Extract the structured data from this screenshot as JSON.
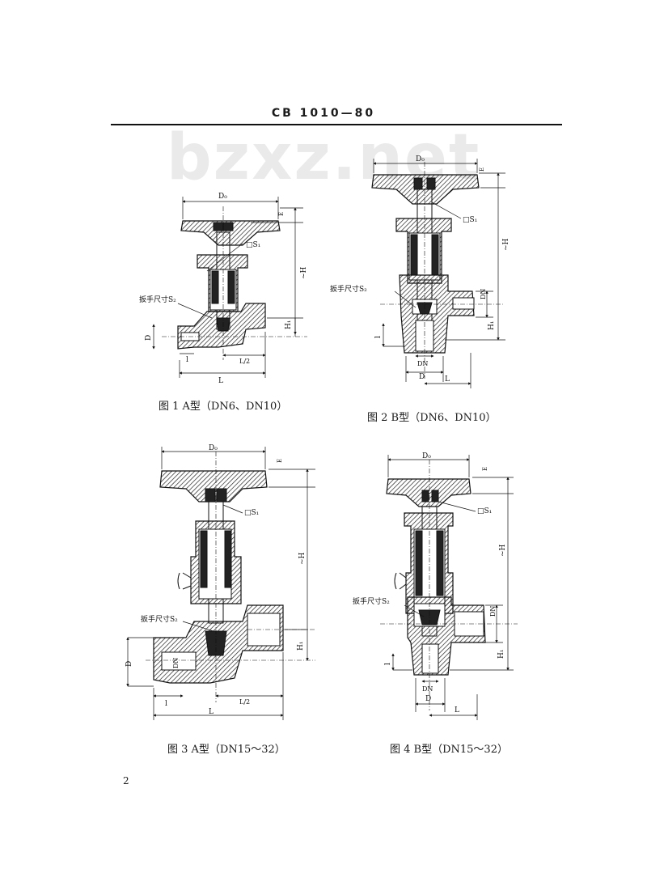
{
  "header": {
    "code": "CB 1010—80"
  },
  "watermark": "bzxz.net",
  "figures": [
    {
      "caption": "图 1  A型（DN6、DN10）",
      "labels": {
        "d0": "D₀",
        "s1": "□S₁",
        "s2": "扳手尺寸S₂",
        "h": "~H",
        "h1": "H₁",
        "d": "D",
        "l_small": "l",
        "l_half": "L/2",
        "l": "L",
        "e": "E"
      }
    },
    {
      "caption": "图 2  B型（DN6、DN10）",
      "labels": {
        "d0": "D₀",
        "s1": "□S₁",
        "s2": "扳手尺寸S₂",
        "h": "~H",
        "h1": "H₁",
        "dn_side": "DN",
        "dn_bottom": "DN",
        "d": "D",
        "l_small": "l",
        "l": "L",
        "e": "E"
      }
    },
    {
      "caption": "图 3  A型（DN15～32）",
      "labels": {
        "d0": "D₀",
        "s1": "□S₁",
        "s2": "扳手尺寸S₂",
        "h": "~H",
        "h1": "H₁",
        "dn": "DN",
        "d": "D",
        "l_small": "l",
        "l_half": "L/2",
        "l": "L",
        "e": "E"
      }
    },
    {
      "caption": "图 4  B型（DN15～32）",
      "labels": {
        "d0": "D₀",
        "s1": "□S₁",
        "s2": "扳手尺寸S₂",
        "h": "~H",
        "h1": "H₁",
        "dn_side": "DN",
        "dn_bottom": "DN",
        "d": "D",
        "l_small": "l",
        "l": "L",
        "e": "E"
      }
    }
  ],
  "page_number": "2"
}
